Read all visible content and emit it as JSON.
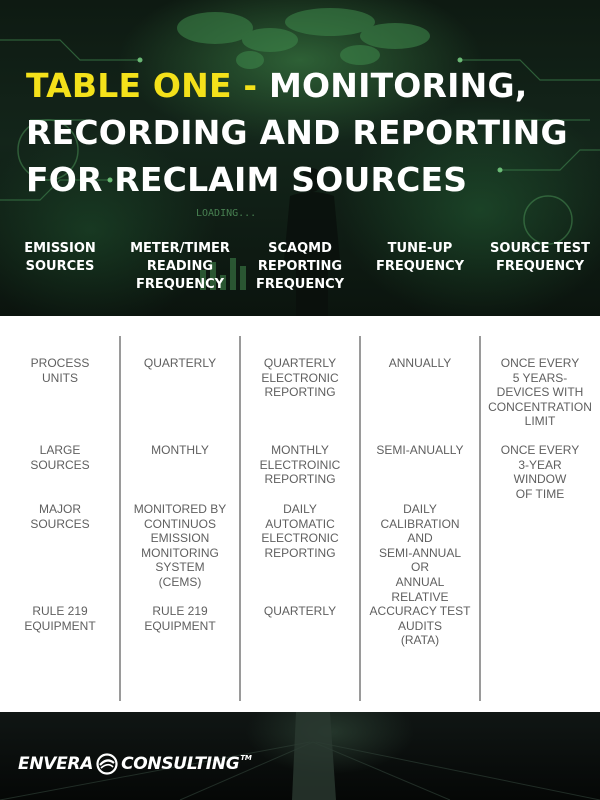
{
  "header": {
    "title_accent": "TABLE ONE - ",
    "title_rest": "MONITORING, RECORDING AND REPORTING FOR RECLAIM SOURCES"
  },
  "columns": [
    {
      "label": "EMISSION\nSOURCES"
    },
    {
      "label": "METER/TIMER\nREADING\nFREQUENCY"
    },
    {
      "label": "SCAQMD\nREPORTING\nFREQUENCY"
    },
    {
      "label": "TUNE-UP\nFREQUENCY"
    },
    {
      "label": "SOURCE TEST\nFREQUENCY"
    }
  ],
  "cells": {
    "c1": [
      "PROCESS\nUNITS",
      "LARGE\nSOURCES",
      "MAJOR\nSOURCES",
      "RULE 219\nEQUIPMENT"
    ],
    "c2": [
      "QUARTERLY",
      "MONTHLY",
      "MONITORED BY\nCONTINUOS\nEMISSION\nMONITORING\nSYSTEM\n(CEMS)",
      "RULE 219\nEQUIPMENT"
    ],
    "c3": [
      "QUARTERLY\nELECTRONIC\nREPORTING",
      "MONTHLY\nELECTROINIC\nREPORTING",
      "DAILY\nAUTOMATIC\nELECTRONIC\nREPORTING",
      "QUARTERLY"
    ],
    "c4": [
      "ANNUALLY",
      "SEMI-ANUALLY",
      "DAILY\nCALIBRATION\nAND\nSEMI-ANNUAL\nOR\nANNUAL\nRELATIVE\nACCURACY TEST\nAUDITS\n(RATA)"
    ],
    "c5": [
      "ONCE EVERY\n5 YEARS-\nDEVICES WITH\nCONCENTRATION\nLIMIT",
      "ONCE EVERY\n3-YEAR\nWINDOW\nOF TIME"
    ]
  },
  "background": {
    "loading_text": "LOADING..."
  },
  "footer": {
    "logo_left": "ENVERA",
    "logo_right": "CONSULTING",
    "logo_tm": "TM"
  },
  "colors": {
    "accent_yellow": "#f4e11a",
    "dark_green": "#13251a",
    "body_text": "#5f5f5f",
    "divider": "#9a9a9a"
  }
}
